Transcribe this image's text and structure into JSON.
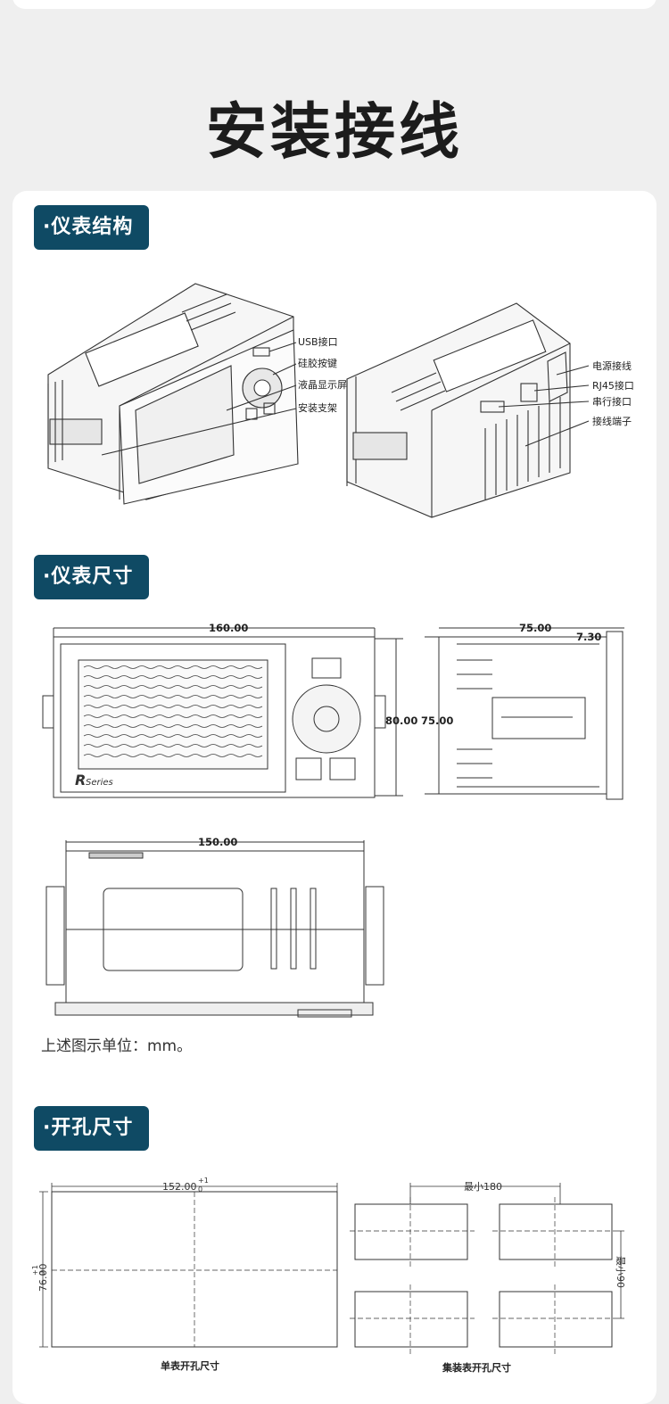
{
  "page": {
    "title": "安装接线"
  },
  "sections": {
    "structure": {
      "tag": "·仪表结构"
    },
    "size": {
      "tag": "·仪表尺寸"
    },
    "cutout": {
      "tag": "·开孔尺寸"
    }
  },
  "structure_labels": {
    "front": [
      "USB接口",
      "硅胶按键",
      "液晶显示屏",
      "安装支架"
    ],
    "back": [
      "电源接线",
      "RJ45接口",
      "串行接口",
      "接线端子"
    ]
  },
  "dimensions": {
    "front_width": "160.00",
    "front_height": "80.00",
    "side_depth": "75.00",
    "side_bezel": "7.30",
    "side_height": "75.00",
    "top_width": "150.00",
    "brand": "Series",
    "brand_letter": "R",
    "unit_note": "上述图示单位：mm。"
  },
  "cutout": {
    "single_width": "152.00",
    "single_height": "76.00",
    "tol_plus": "+1",
    "tol_zero": "0",
    "min_h": "最小180",
    "min_v": "最小90",
    "single_caption": "单表开孔尺寸",
    "group_caption": "集装表开孔尺寸"
  }
}
